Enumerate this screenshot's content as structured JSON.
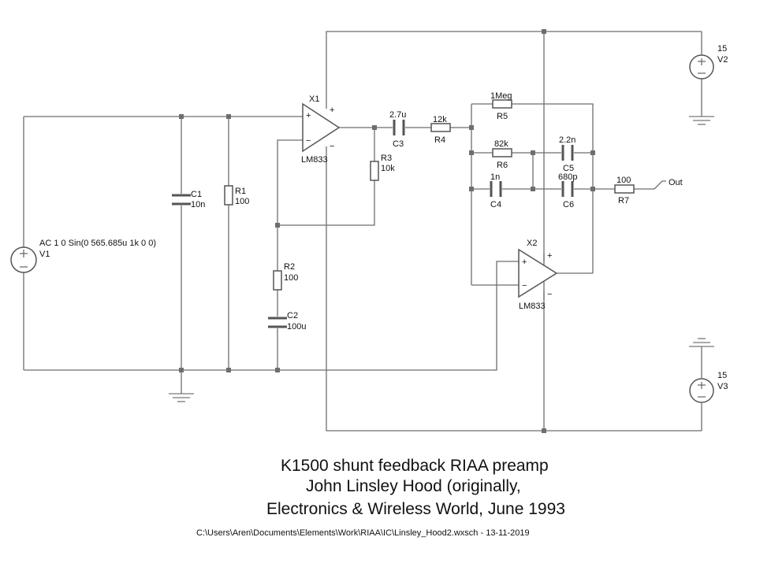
{
  "components": {
    "X1": {
      "ref": "X1",
      "model": "LM833"
    },
    "X2": {
      "ref": "X2",
      "model": "LM833"
    },
    "V1": {
      "ref": "V1",
      "source": "AC 1 0 Sin(0 565.685u 1k 0 0)"
    },
    "V2": {
      "ref": "V2",
      "value": "15"
    },
    "V3": {
      "ref": "V3",
      "value": "15"
    },
    "C1": {
      "ref": "C1",
      "value": "10n"
    },
    "R1": {
      "ref": "R1",
      "value": "100"
    },
    "R2": {
      "ref": "R2",
      "value": "100"
    },
    "C2": {
      "ref": "C2",
      "value": "100u"
    },
    "R3": {
      "ref": "R3",
      "value": "10k"
    },
    "C3": {
      "ref": "C3",
      "value": "2.7u"
    },
    "R4": {
      "ref": "R4",
      "value": "12k"
    },
    "R5": {
      "ref": "R5",
      "value": "1Meg"
    },
    "R6": {
      "ref": "R6",
      "value": "82k"
    },
    "C5": {
      "ref": "C5",
      "value": "2.2n"
    },
    "C4": {
      "ref": "C4",
      "value": "1n"
    },
    "C6": {
      "ref": "C6",
      "value": "680p"
    },
    "R7": {
      "ref": "R7",
      "value": "100"
    }
  },
  "opamp_pins": {
    "plus": "+",
    "minus": "−"
  },
  "output_label": "Out",
  "title_lines": [
    "K1500 shunt feedback RIAA preamp",
    "John Linsley Hood (originally,",
    "Electronics & Wireless World, June 1993"
  ],
  "file_path": "C:\\Users\\Aren\\Documents\\Elements\\Work\\RIAA\\IC\\Linsley_Hood2.wxsch - 13-11-2019"
}
